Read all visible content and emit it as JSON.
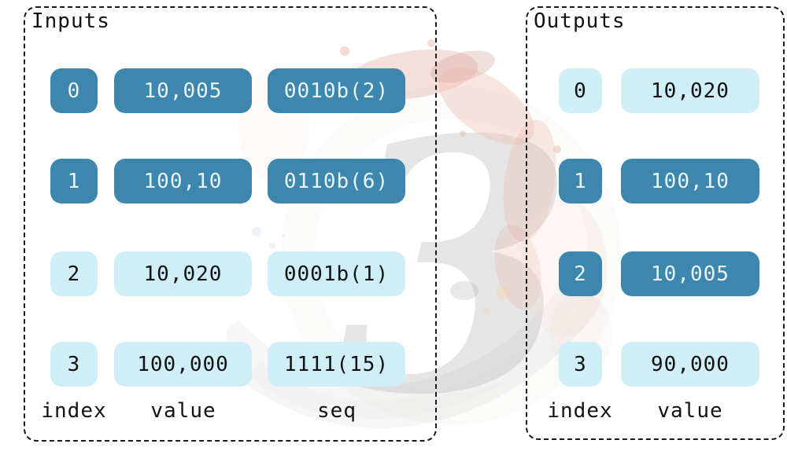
{
  "colors": {
    "dark": "#3d87ae",
    "light": "#cfeef8",
    "dark_text": "#e9f5fa",
    "text": "#121212"
  },
  "inputs": {
    "title": "Inputs",
    "columns": [
      "index",
      "value",
      "seq"
    ],
    "rows": [
      {
        "index": "0",
        "value": "10,005",
        "seq": "0010b(2)",
        "style": "dark"
      },
      {
        "index": "1",
        "value": "100,10",
        "seq": "0110b(6)",
        "style": "dark"
      },
      {
        "index": "2",
        "value": "10,020",
        "seq": "0001b(1)",
        "style": "light"
      },
      {
        "index": "3",
        "value": "100,000",
        "seq": "1111(15)",
        "style": "light"
      }
    ]
  },
  "outputs": {
    "title": "Outputs",
    "columns": [
      "index",
      "value"
    ],
    "rows": [
      {
        "index": "0",
        "value": "10,020",
        "style": "light"
      },
      {
        "index": "1",
        "value": "100,10",
        "style": "dark"
      },
      {
        "index": "2",
        "value": "10,005",
        "style": "dark"
      },
      {
        "index": "3",
        "value": "90,000",
        "style": "light"
      }
    ]
  },
  "watermark": {
    "name": "ink-splash-numeral-3",
    "numeral": "3",
    "splash_color": "#cf4a33",
    "numeral_color": "#4b4b4b"
  }
}
